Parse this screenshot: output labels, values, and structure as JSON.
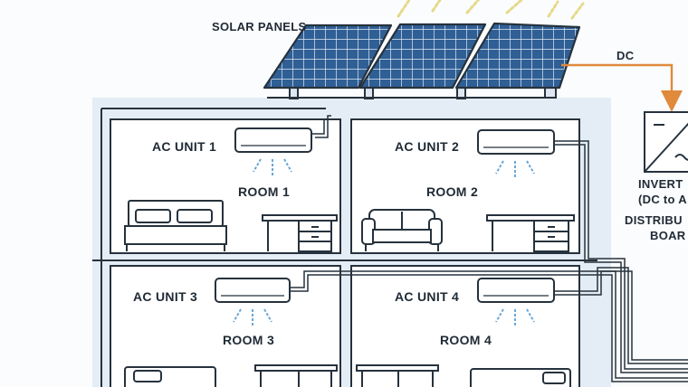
{
  "labels": {
    "solar_panels": "SOLAR PANELS",
    "dc": "DC",
    "inverter_line1": "INVERT",
    "inverter_line2": "(DC to A",
    "distribution_line1": "DISTRIBU",
    "distribution_line2": "BOAR"
  },
  "rooms": [
    {
      "ac_label": "AC UNIT 1",
      "room_label": "ROOM 1"
    },
    {
      "ac_label": "AC UNIT 2",
      "room_label": "ROOM 2"
    },
    {
      "ac_label": "AC UNIT 3",
      "room_label": "ROOM 3"
    },
    {
      "ac_label": "AC UNIT 4",
      "room_label": "ROOM 4"
    }
  ],
  "icons": {
    "sun_rays": "sun-rays-icon",
    "solar_panel": "solar-panel-icon",
    "ac_unit": "ac-unit-icon",
    "airflow": "airflow-icon",
    "bed": "bed-icon",
    "sofa": "sofa-icon",
    "desk": "desk-icon",
    "inverter": "inverter-icon"
  },
  "colors": {
    "outline": "#26323d",
    "panel_blue": "#2f5f95",
    "building_tint": "#e4edf5",
    "dc_arrow": "#e08a3c",
    "airflow": "#6aa7d6"
  }
}
